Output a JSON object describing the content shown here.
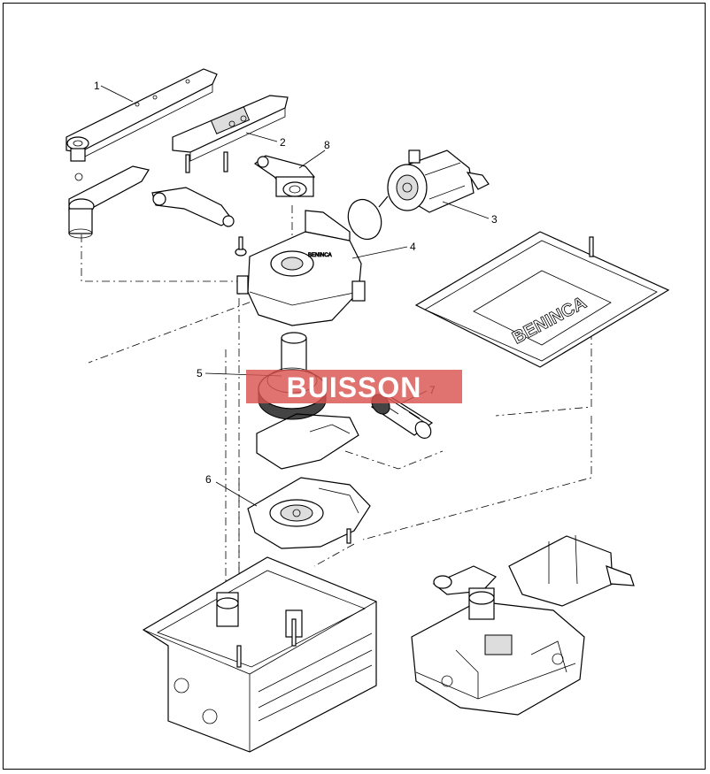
{
  "callouts": [
    {
      "id": "1",
      "label": "1"
    },
    {
      "id": "2",
      "label": "2"
    },
    {
      "id": "3",
      "label": "3"
    },
    {
      "id": "4",
      "label": "4"
    },
    {
      "id": "5",
      "label": "5"
    },
    {
      "id": "6",
      "label": "6"
    },
    {
      "id": "7",
      "label": "7"
    },
    {
      "id": "8",
      "label": "8"
    }
  ],
  "watermark": {
    "text": "BUISSON",
    "color": "#d9534f"
  },
  "plate": {
    "brand_text": "BENINCA"
  },
  "cover": {
    "brand_text": "BENINCA"
  }
}
